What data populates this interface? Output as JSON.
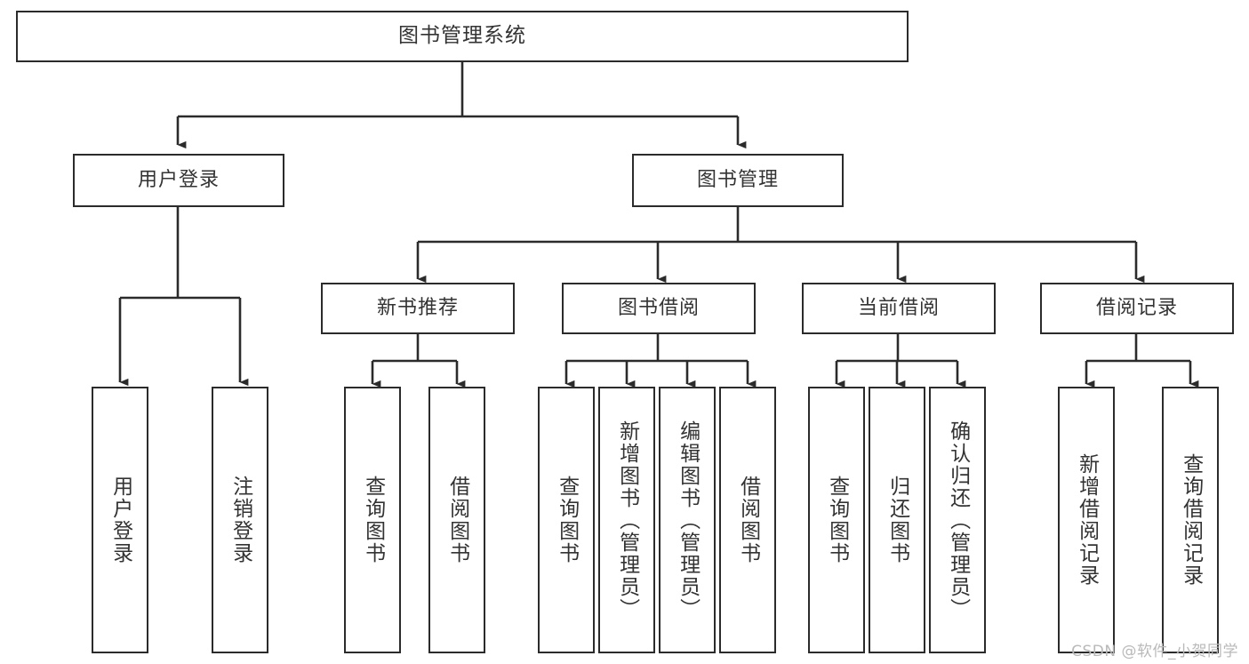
{
  "diagram": {
    "title": "图书管理系统",
    "type": "tree",
    "watermark": "CSDN @软件_小贺同学",
    "line_color": "#2b2b2b",
    "text_color": "#333333",
    "background": "#ffffff",
    "root": {
      "label": "图书管理系统"
    },
    "level2": [
      {
        "key": "user-login",
        "label": "用户登录"
      },
      {
        "key": "book-manage",
        "label": "图书管理"
      }
    ],
    "level3": [
      {
        "key": "new-book-rec",
        "label": "新书推荐"
      },
      {
        "key": "book-borrow",
        "label": "图书借阅"
      },
      {
        "key": "current-borrow",
        "label": "当前借阅"
      },
      {
        "key": "borrow-record",
        "label": "借阅记录"
      }
    ],
    "leaves": {
      "user_login": [
        {
          "key": "leaf-user-login",
          "label": "用户登录"
        },
        {
          "key": "leaf-logout",
          "label": "注销登录"
        }
      ],
      "new_book_rec": [
        {
          "key": "leaf-query-book-1",
          "label": "查询图书"
        },
        {
          "key": "leaf-borrow-book-1",
          "label": "借阅图书"
        }
      ],
      "book_borrow": [
        {
          "key": "leaf-query-book-2",
          "label": "查询图书"
        },
        {
          "key": "leaf-add-book",
          "label": "新增图书（管理员）"
        },
        {
          "key": "leaf-edit-book",
          "label": "编辑图书（管理员）"
        },
        {
          "key": "leaf-borrow-book-2",
          "label": "借阅图书"
        }
      ],
      "current_borrow": [
        {
          "key": "leaf-query-book-3",
          "label": "查询图书"
        },
        {
          "key": "leaf-return-book",
          "label": "归还图书"
        },
        {
          "key": "leaf-confirm-return",
          "label": "确认归还（管理员）"
        }
      ],
      "borrow_record": [
        {
          "key": "leaf-add-record",
          "label": "新增借阅记录"
        },
        {
          "key": "leaf-query-record",
          "label": "查询借阅记录"
        }
      ]
    }
  }
}
